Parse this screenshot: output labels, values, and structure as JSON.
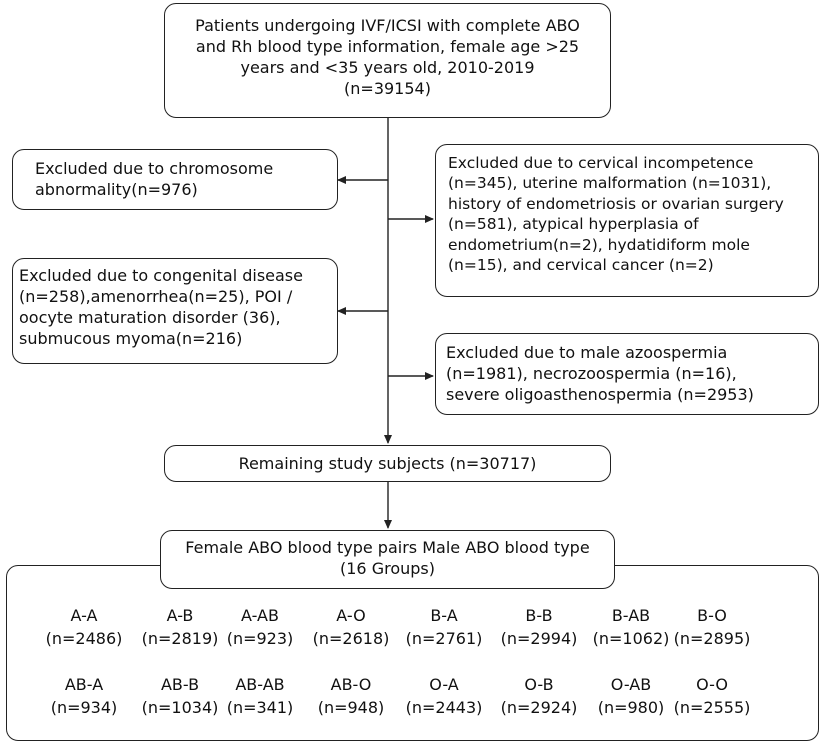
{
  "top": {
    "lines": [
      "Patients undergoing IVF/ICSI with complete ABO",
      "and Rh blood type information, female age >25",
      "years and <35 years old, 2010-2019",
      "(n=39154)"
    ]
  },
  "excl_chromosome": {
    "lines": [
      "Excluded due to chromosome",
      "abnormality(n=976)"
    ]
  },
  "excl_cervical": {
    "lines": [
      "Excluded due to cervical incompetence",
      "(n=345), uterine malformation (n=1031),",
      "history of endometriosis or ovarian surgery",
      "(n=581),   atypical hyperplasia of",
      "endometrium(n=2), hydatidiform mole",
      "(n=15), and cervical cancer (n=2)"
    ]
  },
  "excl_congenital": {
    "lines": [
      "Excluded due to congenital disease",
      "(n=258),amenorrhea(n=25), POI /",
      "oocyte maturation disorder (36),",
      "submucous myoma(n=216)"
    ]
  },
  "excl_male": {
    "lines": [
      "Excluded due to male azoospermia",
      "(n=1981), necrozoospermia (n=16),",
      "severe oligoasthenospermia (n=2953)"
    ]
  },
  "remaining": {
    "label": "Remaining study subjects (n=30717)"
  },
  "groups_box": {
    "title_lines": [
      "Female ABO blood type pairs Male ABO blood type",
      "(16 Groups)"
    ],
    "row1": [
      {
        "pair": "A-A",
        "n": "(n=2486)"
      },
      {
        "pair": "A-B",
        "n": "(n=2819)"
      },
      {
        "pair": "A-AB",
        "n": "(n=923)"
      },
      {
        "pair": "A-O",
        "n": "(n=2618)"
      },
      {
        "pair": "B-A",
        "n": "(n=2761)"
      },
      {
        "pair": "B-B",
        "n": "(n=2994)"
      },
      {
        "pair": "B-AB",
        "n": "(n=1062)"
      },
      {
        "pair": "B-O",
        "n": "(n=2895)"
      }
    ],
    "row2": [
      {
        "pair": "AB-A",
        "n": "(n=934)"
      },
      {
        "pair": "AB-B",
        "n": "(n=1034)"
      },
      {
        "pair": "AB-AB",
        "n": "(n=341)"
      },
      {
        "pair": "AB-O",
        "n": "(n=948)"
      },
      {
        "pair": "O-A",
        "n": "(n=2443)"
      },
      {
        "pair": "O-B",
        "n": "(n=2924)"
      },
      {
        "pair": "O-AB",
        "n": "(n=980)"
      },
      {
        "pair": "O-O",
        "n": "(n=2555)"
      }
    ]
  }
}
